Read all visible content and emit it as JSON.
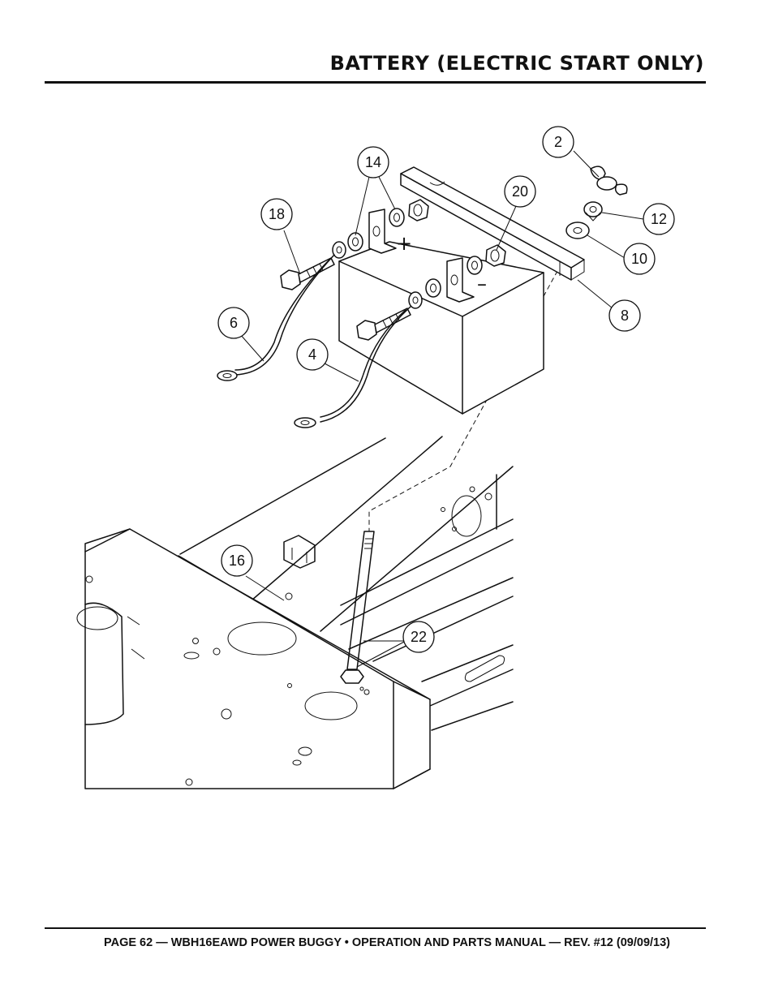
{
  "header": {
    "title": "BATTERY (ELECTRIC START ONLY)"
  },
  "footer": {
    "text": "PAGE 62 — WBH16EAWD POWER BUGGY • OPERATION AND PARTS MANUAL — REV. #12 (09/09/13)"
  },
  "diagram": {
    "callouts": [
      {
        "id": "2",
        "label": "2"
      },
      {
        "id": "14",
        "label": "14"
      },
      {
        "id": "20",
        "label": "20"
      },
      {
        "id": "18",
        "label": "18"
      },
      {
        "id": "12",
        "label": "12"
      },
      {
        "id": "10",
        "label": "10"
      },
      {
        "id": "6",
        "label": "6"
      },
      {
        "id": "4",
        "label": "4"
      },
      {
        "id": "8",
        "label": "8"
      },
      {
        "id": "16",
        "label": "16"
      },
      {
        "id": "22",
        "label": "22"
      }
    ],
    "terminal_signs": {
      "positive": "+",
      "negative": "–"
    }
  }
}
